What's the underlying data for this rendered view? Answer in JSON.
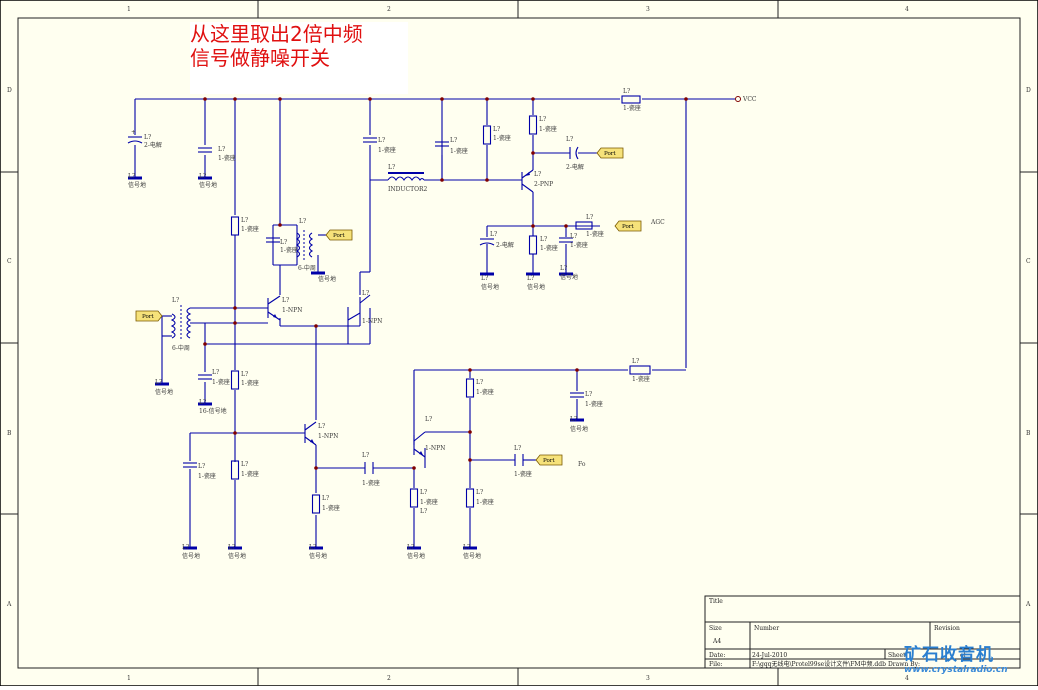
{
  "annotation": {
    "line1": "从这里取出2倍中频",
    "line2": "信号做静噪开关"
  },
  "colors": {
    "paper": "#fffff0",
    "wire": "#0000a8",
    "annotation": "#e01010",
    "port_fill": "#f6e27a",
    "junction": "#800000"
  },
  "zones": {
    "columns": [
      "1",
      "2",
      "3",
      "4"
    ],
    "rows": [
      "D",
      "C",
      "B",
      "A"
    ]
  },
  "net_labels": {
    "vcc": "VCC",
    "agc": "AGC",
    "fo": "Fo"
  },
  "port_label": "Port",
  "designator": "L?",
  "parts": {
    "electrolytic": "2-电解",
    "cap": "1-瓷座",
    "resistor": "1-瓷座",
    "ground": "信号地",
    "ground_16": "16-信号地",
    "inductor": "INDUCTOR2",
    "pnp": "2-PNP",
    "npn": "1-NPN",
    "if_transformer": "6-中周"
  },
  "title_block": {
    "title_label": "Title",
    "size_label": "Size",
    "size_value": "A4",
    "number_label": "Number",
    "revision_label": "Revision",
    "date_label": "Date:",
    "date_value": "24-Jul-2010",
    "sheet_label": "Sheet",
    "sheet_of": "of",
    "file_label": "File:",
    "file_value": "F:\\gqq无线电\\Protel99se设计文件\\FM中频.ddb",
    "drawn_label": "Drawn By:"
  },
  "watermark": {
    "name": "矿石收音机",
    "url": "www.crystalradio.cn"
  }
}
